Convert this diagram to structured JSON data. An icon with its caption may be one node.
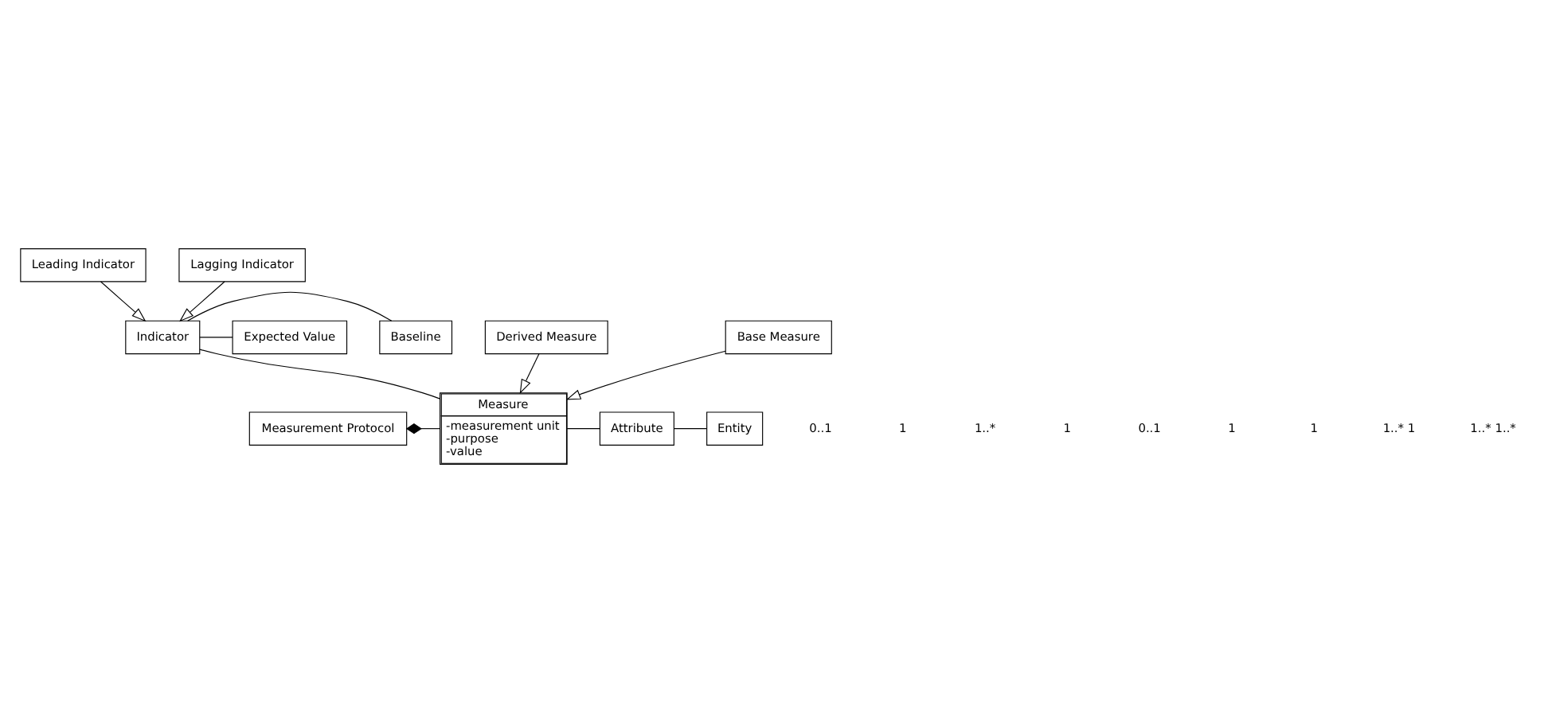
{
  "diagram": {
    "nodes": [
      {
        "text": [
          "Leading Indicator"
        ]
      },
      {
        "text": [
          "Lagging Indicator"
        ]
      },
      {
        "text": [
          "Expected Value"
        ]
      },
      {
        "text": [
          "Indicator"
        ]
      },
      {
        "text": [
          "Baseline"
        ]
      },
      {
        "text": [
          "Measure",
          "-measurement unit",
          "-purpose",
          "-value"
        ]
      },
      {
        "text": [
          "Measurement Protocol"
        ]
      },
      {
        "text": [
          "Attribute"
        ]
      },
      {
        "text": [
          "Entity"
        ]
      },
      {
        "text": [
          "Base Measure"
        ]
      },
      {
        "text": [
          "Derived Measure"
        ]
      }
    ],
    "edges": [
      {
        "from": 0,
        "to": 3,
        "arrow": "to"
      },
      {
        "from": 1,
        "to": 3,
        "arrow": "to"
      },
      {
        "from": 3,
        "to": 2,
        "arrow": "none"
      },
      {
        "from": 3,
        "to": 4,
        "arrow": "none"
      },
      {
        "from": 3,
        "to": 5,
        "arrow": "none"
      },
      {
        "from": 6,
        "to": 5,
        "arrow": "other"
      },
      {
        "from": 5,
        "to": 7,
        "arrow": "none"
      },
      {
        "from": 7,
        "to": 8,
        "arrow": "none"
      },
      {
        "from": 9,
        "to": 5,
        "arrow": "to"
      },
      {
        "from": 10,
        "to": 5,
        "arrow": "to"
      }
    ],
    "labels": [
      "0..1",
      "1",
      "1..*",
      "1",
      "0..1",
      "1",
      "1",
      "1..* 1",
      "1..* 1..*"
    ]
  }
}
